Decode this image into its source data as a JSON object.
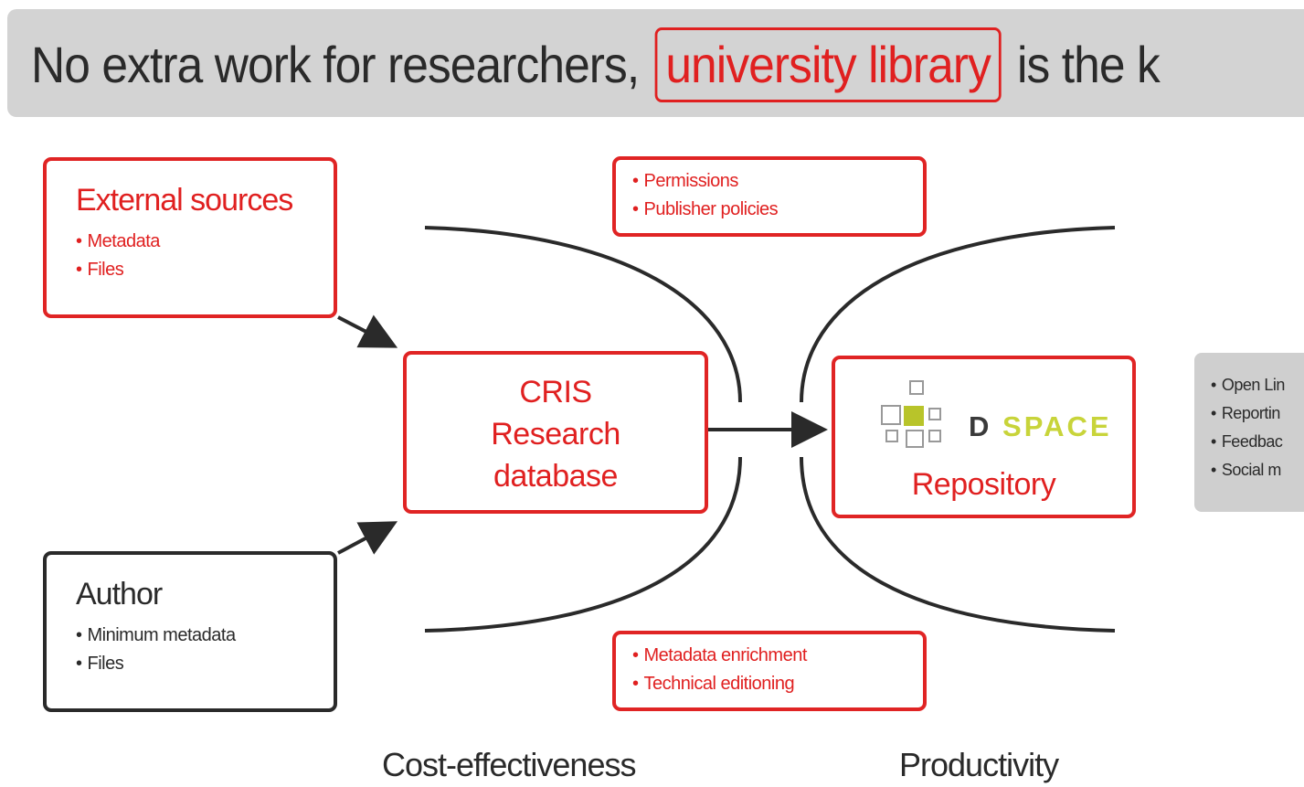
{
  "header": {
    "title_before": "No extra work for researchers,",
    "title_highlight": "university library",
    "title_after": "is the k"
  },
  "external_sources": {
    "title": "External sources",
    "items": [
      "Metadata",
      "Files"
    ]
  },
  "permissions": {
    "items": [
      "Permissions",
      "Publisher policies"
    ]
  },
  "cris": {
    "line1": "CRIS",
    "line2": "Research",
    "line3": "database"
  },
  "repository": {
    "logo_d": "D",
    "logo_rest": "SPACE",
    "label": "Repository"
  },
  "author": {
    "title": "Author",
    "items": [
      "Minimum metadata",
      "Files"
    ]
  },
  "enrichment": {
    "items": [
      "Metadata enrichment",
      "Technical editioning"
    ]
  },
  "side_panel": {
    "items": [
      "Open Lin",
      "Reportin",
      "Feedbac",
      "Social m"
    ]
  },
  "footer": {
    "left": "Cost-effectiveness",
    "right": "Productivity"
  },
  "colors": {
    "accent": "#e02424",
    "dark": "#2a2a2a",
    "panel": "#d3d3d3",
    "dspace_green": "#c8d43a"
  },
  "icons": {
    "arrow": "arrow-icon",
    "logo": "dspace-logo-icon"
  }
}
